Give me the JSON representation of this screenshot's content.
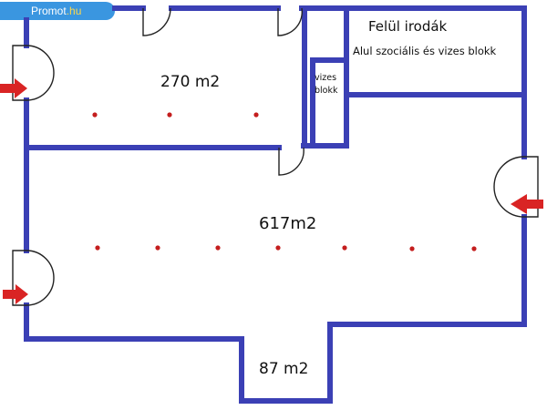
{
  "badge": {
    "brand": "Promot",
    "suffix": ".hu",
    "bg": "#3a96e0"
  },
  "labels": {
    "area_top": "270 m2",
    "area_main": "617m2",
    "area_bottom": "87 m2",
    "offices_title": "Felül irodák",
    "offices_subtitle": "Alul szociális és vizes blokk",
    "wc_line1": "vizes",
    "wc_line2": "blokk"
  },
  "colors": {
    "wall": "#3b40b5",
    "door": "#222222",
    "arrow": "#d92424",
    "dot": "#c41e1e"
  }
}
